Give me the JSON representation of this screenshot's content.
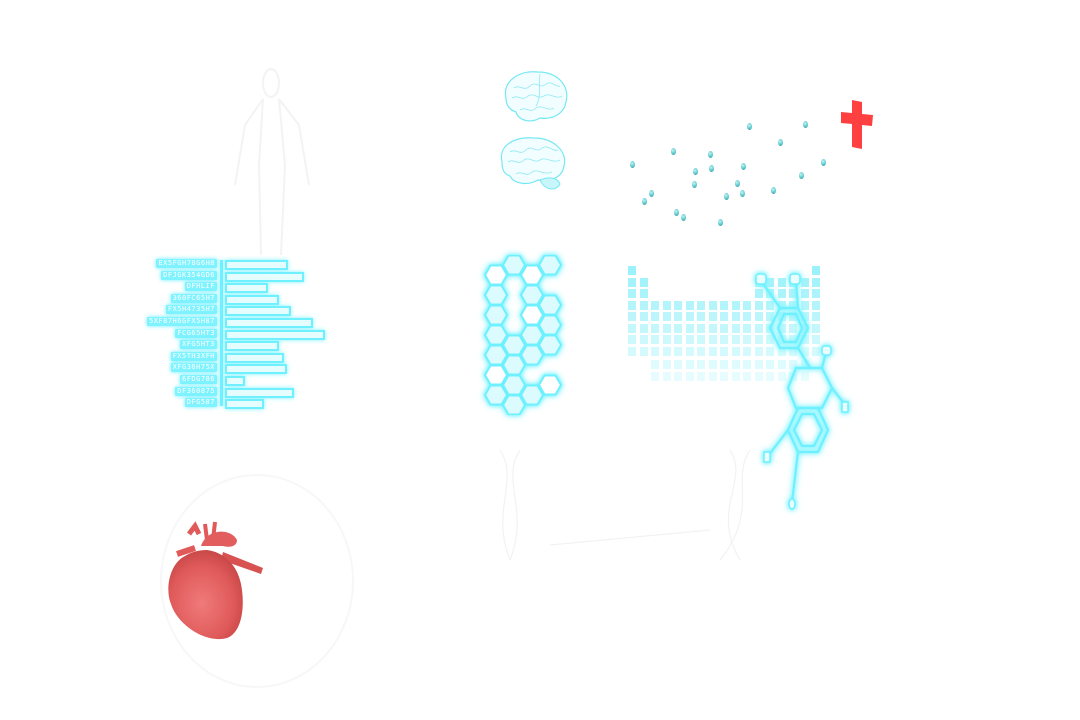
{
  "scene": {
    "background": "#ffffff",
    "accent_cyan": "#6ef0ff",
    "accent_red": "#ff4040",
    "heart_color": "#e45a5a",
    "dot_color": "#5ec8cc"
  },
  "icons": {
    "human_body": "human-silhouette-icon",
    "brain_top": "brain-icon",
    "brain_bottom": "brain-with-cerebellum-icon",
    "medical_cross": "medical-cross-icon",
    "hexagon_grid": "hexagon-grid-icon",
    "periodic_table": "periodic-table-icon",
    "molecule": "molecule-structure-icon",
    "heart": "heart-organ-icon",
    "dna_helix": "dna-helix-icon"
  },
  "chart_data": {
    "type": "bar",
    "orientation": "horizontal",
    "title": "",
    "xlabel": "",
    "ylabel": "",
    "categories": [
      "EX5FGH78G6H8",
      "DFJGK354GD6",
      "DFHLIF",
      "360FC65H7",
      "FX5H4735H7",
      "5XF87H6GFX5H87",
      "FCG65HT3",
      "XFG5HT3",
      "FX5TH3XFH",
      "XFG36H75X",
      "6FDG786",
      "DF360875",
      "DFG587"
    ],
    "values": [
      61,
      78,
      41,
      52,
      65,
      88,
      100,
      52,
      57,
      60,
      17,
      68,
      36
    ],
    "xlim": [
      0,
      100
    ],
    "grid": false,
    "legend": "none"
  },
  "scatter_dots": [
    [
      632,
      164
    ],
    [
      651,
      193
    ],
    [
      644,
      201
    ],
    [
      673,
      151
    ],
    [
      676,
      212
    ],
    [
      683,
      217
    ],
    [
      695,
      171
    ],
    [
      694,
      184
    ],
    [
      710,
      154
    ],
    [
      711,
      168
    ],
    [
      720,
      222
    ],
    [
      726,
      196
    ],
    [
      737,
      183
    ],
    [
      742,
      193
    ],
    [
      743,
      166
    ],
    [
      749,
      126
    ],
    [
      773,
      190
    ],
    [
      780,
      142
    ],
    [
      801,
      175
    ],
    [
      805,
      124
    ],
    [
      823,
      162
    ]
  ]
}
